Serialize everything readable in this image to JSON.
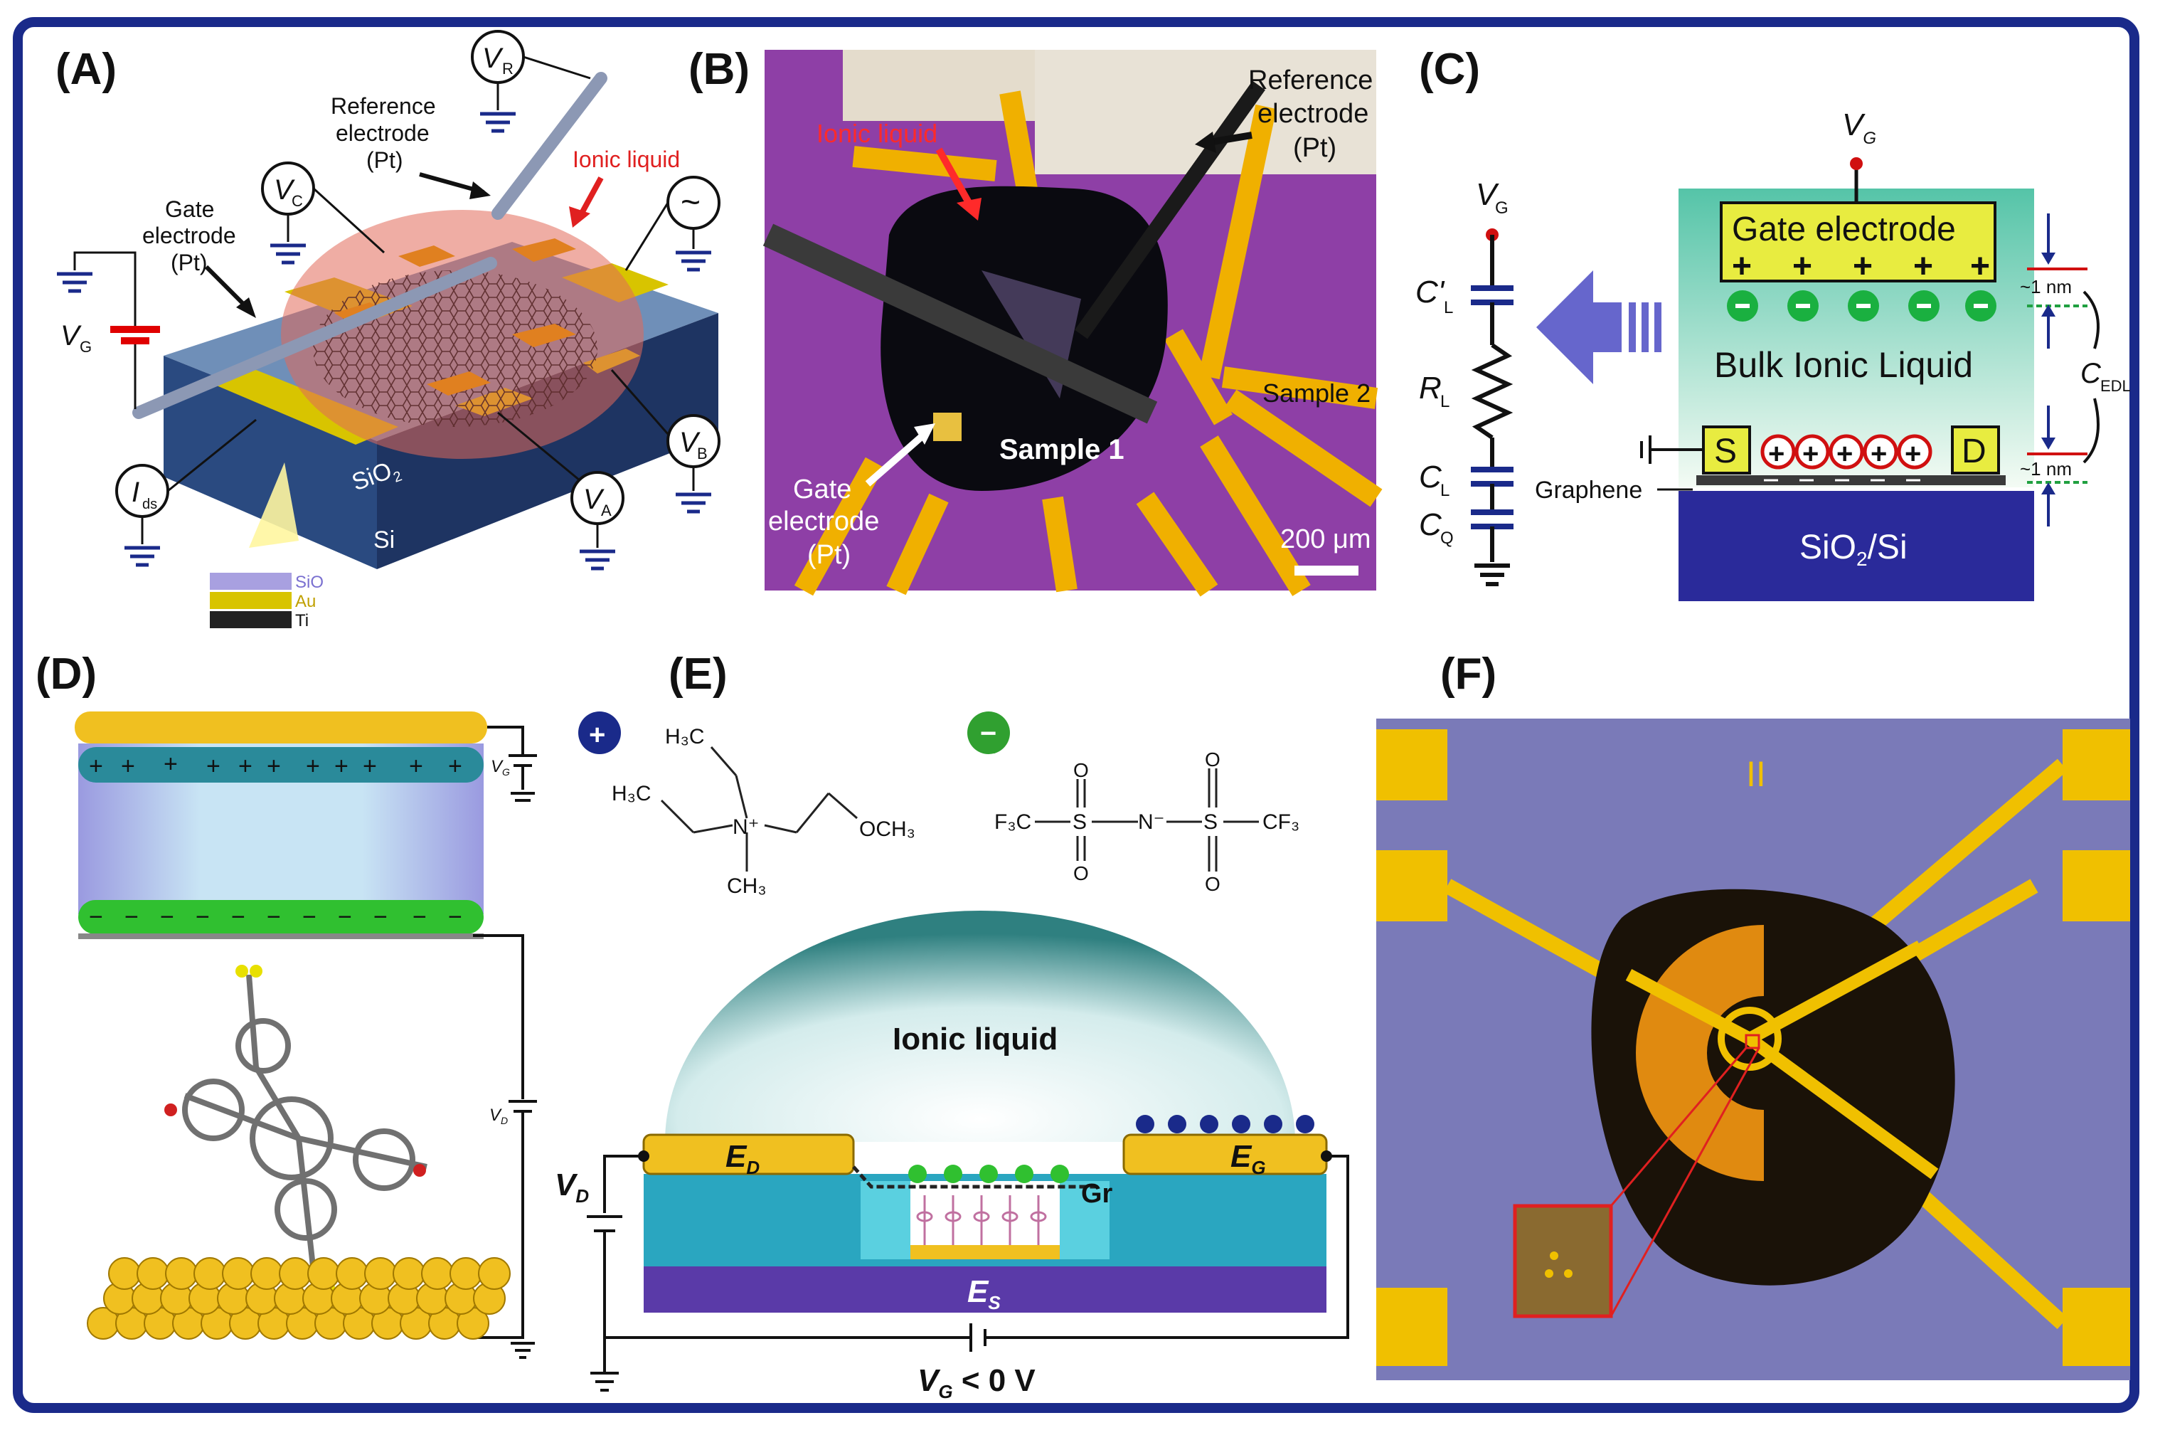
{
  "panels": {
    "A": {
      "label": "(A)",
      "reference": "Reference",
      "electrode": "electrode",
      "pt": "(Pt)",
      "gate": "Gate",
      "ionic": "Ionic liquid",
      "vr": "V",
      "vr_sub": "R",
      "vc": "V",
      "vc_sub": "C",
      "vg": "V",
      "vg_sub": "G",
      "vb": "V",
      "vb_sub": "B",
      "va": "V",
      "va_sub": "A",
      "ids": "I",
      "ids_sub": "ds",
      "ac": "~",
      "sio2": "SiO",
      "sio2_sub": "2",
      "si": "Si",
      "legend_sio2": "SiO",
      "legend_au": "Au",
      "legend_ti": "Ti",
      "colors": {
        "substrate": "#1f3a66",
        "gold": "#d8c400",
        "drop": "#e26a5a"
      }
    },
    "B": {
      "label": "(B)",
      "ionic": "Ionic liquid",
      "reference": "Reference",
      "electrode": "electrode",
      "pt": "(Pt)",
      "sample1": "Sample 1",
      "sample2": "Sample 2",
      "gate": "Gate",
      "scale": "200 μm",
      "colors": {
        "bg": "#8e3fa6",
        "gold": "#f0b000"
      }
    },
    "C": {
      "label": "(C)",
      "vg": "V",
      "vg_sub": "G",
      "gate_electrode": "Gate electrode",
      "bulk": "Bulk Ionic Liquid",
      "s": "S",
      "d": "D",
      "graphene": "Graphene",
      "substrate": "SiO",
      "substrate_sub": "2",
      "substrate_rest": "/Si",
      "nm1": "~1 nm",
      "nm2": "~1 nm",
      "cedl": "C",
      "cedl_sub": "EDL",
      "cl_prime": "C'",
      "cl_prime_sub": "L",
      "rl": "R",
      "rl_sub": "L",
      "cl": "C",
      "cl_sub": "L",
      "cq": "C",
      "cq_sub": "Q",
      "plus": "+",
      "colors": {
        "liquid_top": "#5fc8b0",
        "gate": "#e8ec40",
        "substrate": "#2a2a9a",
        "arrow": "#6666cc"
      }
    },
    "D": {
      "label": "(D)",
      "vg": "V",
      "vg_sub": "G",
      "vd": "V",
      "vd_sub": "D",
      "plus": "+",
      "minus": "−",
      "colors": {
        "gold": "#f0c020",
        "cation": "#2a8a9a",
        "anion": "#30c030"
      }
    },
    "E": {
      "label": "(E)",
      "h3c_1": "H₃C",
      "h3c_2": "H₃C",
      "n_plus": "N⁺",
      "ch3": "CH₃",
      "och3": "OCH₃",
      "f3c": "F₃C",
      "cf3": "CF₃",
      "s1": "S",
      "s2": "S",
      "n_minus": "N⁻",
      "o": "O",
      "ionic": "Ionic liquid",
      "ed": "E",
      "ed_sub": "D",
      "eg": "E",
      "eg_sub": "G",
      "es": "E",
      "es_sub": "S",
      "gr": "Gr",
      "vd": "V",
      "vd_sub": "D",
      "vg_cond": "V",
      "vg_cond_sub": "G",
      "vg_cond_rest": " < 0 V",
      "plus": "+",
      "minus": "−",
      "colors": {
        "dome": "#2f8a8a",
        "gold": "#f0c020",
        "base": "#5a3aa8",
        "teal": "#2aa6c0"
      }
    },
    "F": {
      "label": "(F)",
      "mark": "II",
      "colors": {
        "bg": "#7a7ab8",
        "gold": "#f0c000",
        "drop": "#1a1208"
      }
    }
  }
}
